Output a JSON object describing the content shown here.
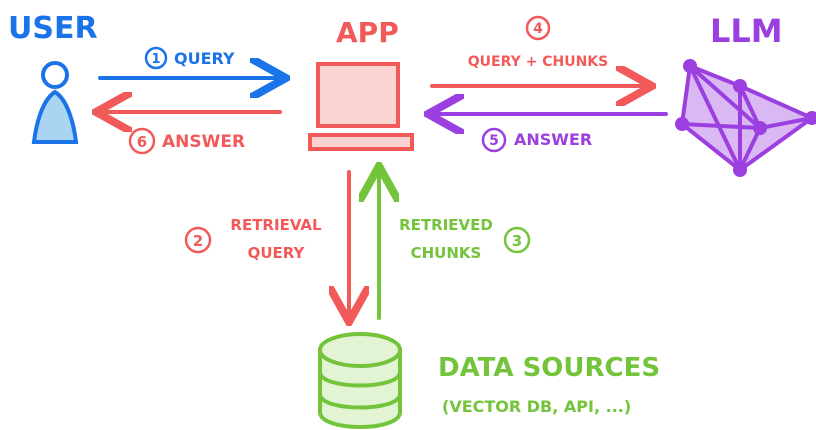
{
  "colors": {
    "user": "#1a73e8",
    "app": "#f25a5a",
    "app_fill": "#fbd3d1",
    "llm": "#9b3fe0",
    "llm_fill": "#d9b8f3",
    "data": "#73c43b",
    "data_fill": "#e3f4d5"
  },
  "nodes": {
    "user": {
      "label": "USER",
      "icon": "person-icon"
    },
    "app": {
      "label": "APP",
      "icon": "laptop-icon"
    },
    "llm": {
      "label": "LLM",
      "icon": "network-icon"
    },
    "data": {
      "label": "DATA SOURCES",
      "sublabel": "(VECTOR DB, API, ...)",
      "icon": "database-icon"
    }
  },
  "steps": [
    {
      "num": "1",
      "label": "QUERY"
    },
    {
      "num": "2",
      "label_line1": "RETRIEVAL",
      "label_line2": "QUERY"
    },
    {
      "num": "3",
      "label_line1": "RETRIEVED",
      "label_line2": "CHUNKS"
    },
    {
      "num": "4",
      "label": "QUERY + CHUNKS"
    },
    {
      "num": "5",
      "label": "ANSWER"
    },
    {
      "num": "6",
      "label": "ANSWER"
    }
  ]
}
